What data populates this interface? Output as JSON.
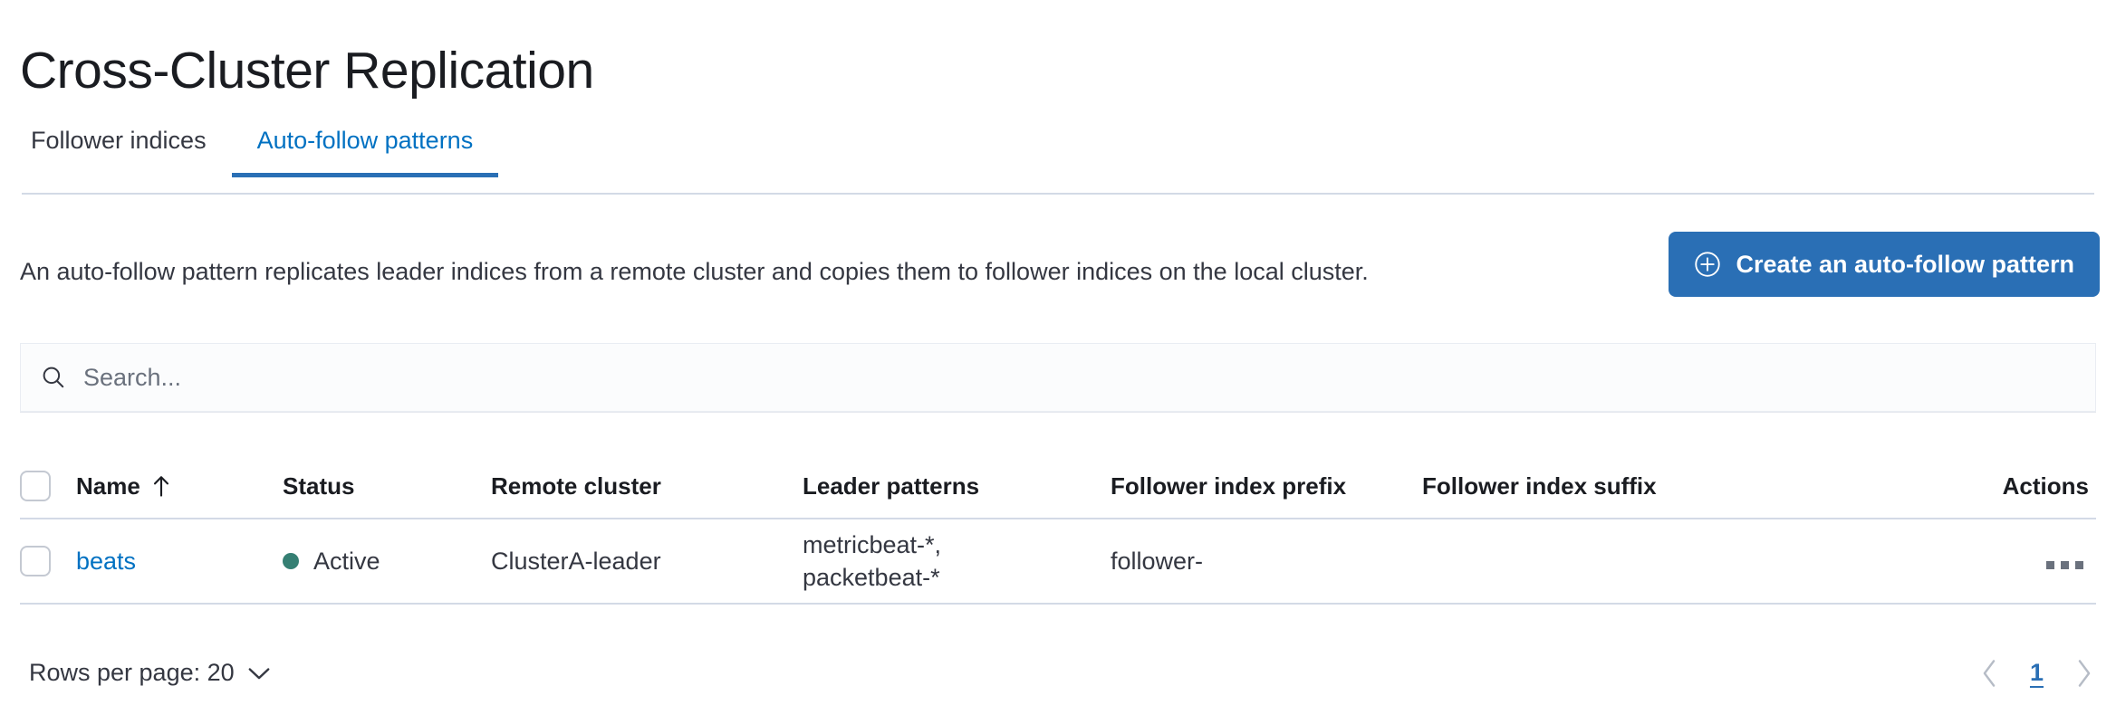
{
  "header": {
    "title": "Cross-Cluster Replication"
  },
  "tabs": [
    {
      "label": "Follower indices",
      "active": false
    },
    {
      "label": "Auto-follow patterns",
      "active": true
    }
  ],
  "main": {
    "description": "An auto-follow pattern replicates leader indices from a remote cluster and copies them to follower indices on the local cluster.",
    "create_button_label": "Create an auto-follow pattern",
    "create_button_icon": "plus-in-circle-icon"
  },
  "search": {
    "placeholder": "Search...",
    "value": "",
    "icon": "search-icon"
  },
  "table": {
    "columns": [
      {
        "key": "name",
        "label": "Name",
        "sorted": true,
        "sort_direction": "asc",
        "sort_icon": "arrow-up-icon"
      },
      {
        "key": "status",
        "label": "Status"
      },
      {
        "key": "remote_cluster",
        "label": "Remote cluster"
      },
      {
        "key": "leader_patterns",
        "label": "Leader patterns"
      },
      {
        "key": "follower_index_prefix",
        "label": "Follower index prefix"
      },
      {
        "key": "follower_index_suffix",
        "label": "Follower index suffix"
      },
      {
        "key": "actions",
        "label": "Actions"
      }
    ],
    "rows": [
      {
        "name": "beats",
        "status": "Active",
        "status_color": "#357f73",
        "remote_cluster": "ClusterA-leader",
        "leader_patterns": "metricbeat-*,\npacketbeat-*",
        "leader_patterns_line1": "metricbeat-*,",
        "leader_patterns_line2": "packetbeat-*",
        "follower_index_prefix": "follower-",
        "follower_index_suffix": "",
        "actions_icon": "three-dots-icon"
      }
    ]
  },
  "footer": {
    "rows_per_page_label": "Rows per page: 20",
    "rows_per_page_icon": "chevron-down-icon",
    "prev_icon": "chevron-left-icon",
    "next_icon": "chevron-right-icon",
    "current_page": "1"
  },
  "colors": {
    "accent_blue": "#0071c2",
    "button_blue": "#2a6fb5",
    "status_green": "#357f73",
    "border_grey": "#d3dae6",
    "text_dark": "#1a1c21",
    "text_body": "#343741",
    "muted_grey": "#6a717d"
  }
}
